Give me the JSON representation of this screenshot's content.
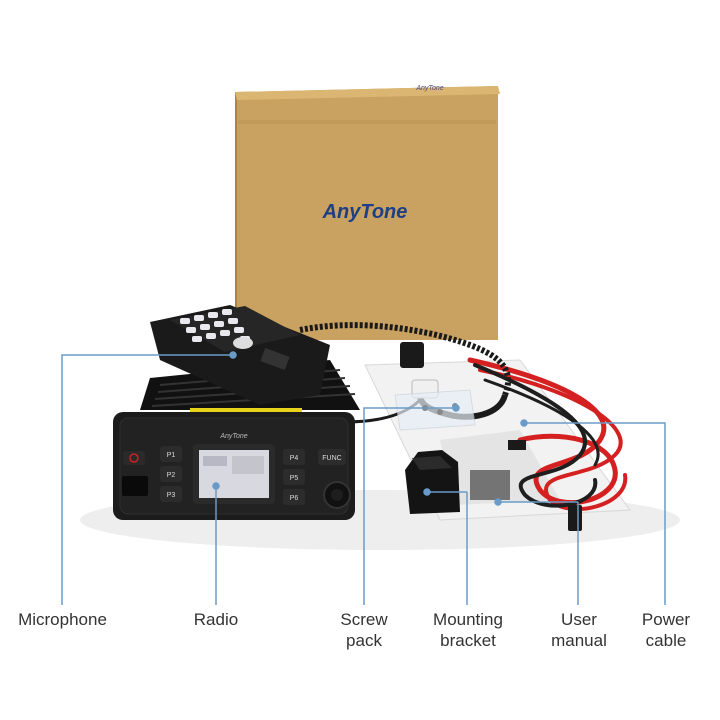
{
  "product": {
    "brand_logo": "AnyTone",
    "brand_logo_small": "AnyTone",
    "keypad_labels": [
      "P1",
      "P2",
      "P3",
      "P4",
      "P5",
      "P6",
      "FUNC"
    ]
  },
  "callouts": {
    "microphone": "Microphone",
    "radio": "Radio",
    "screw_pack": [
      "Screw",
      "pack"
    ],
    "mounting_bracket": [
      "Mounting",
      "bracket"
    ],
    "user_manual": [
      "User",
      "manual"
    ],
    "power_cable": [
      "Power",
      "cable"
    ]
  },
  "colors": {
    "box": "#c9a261",
    "leader_line": "#6a9bc8",
    "cable_red": "#d42020",
    "radio_body": "#1c1c1c",
    "yellow_strip": "#e8d21a"
  }
}
